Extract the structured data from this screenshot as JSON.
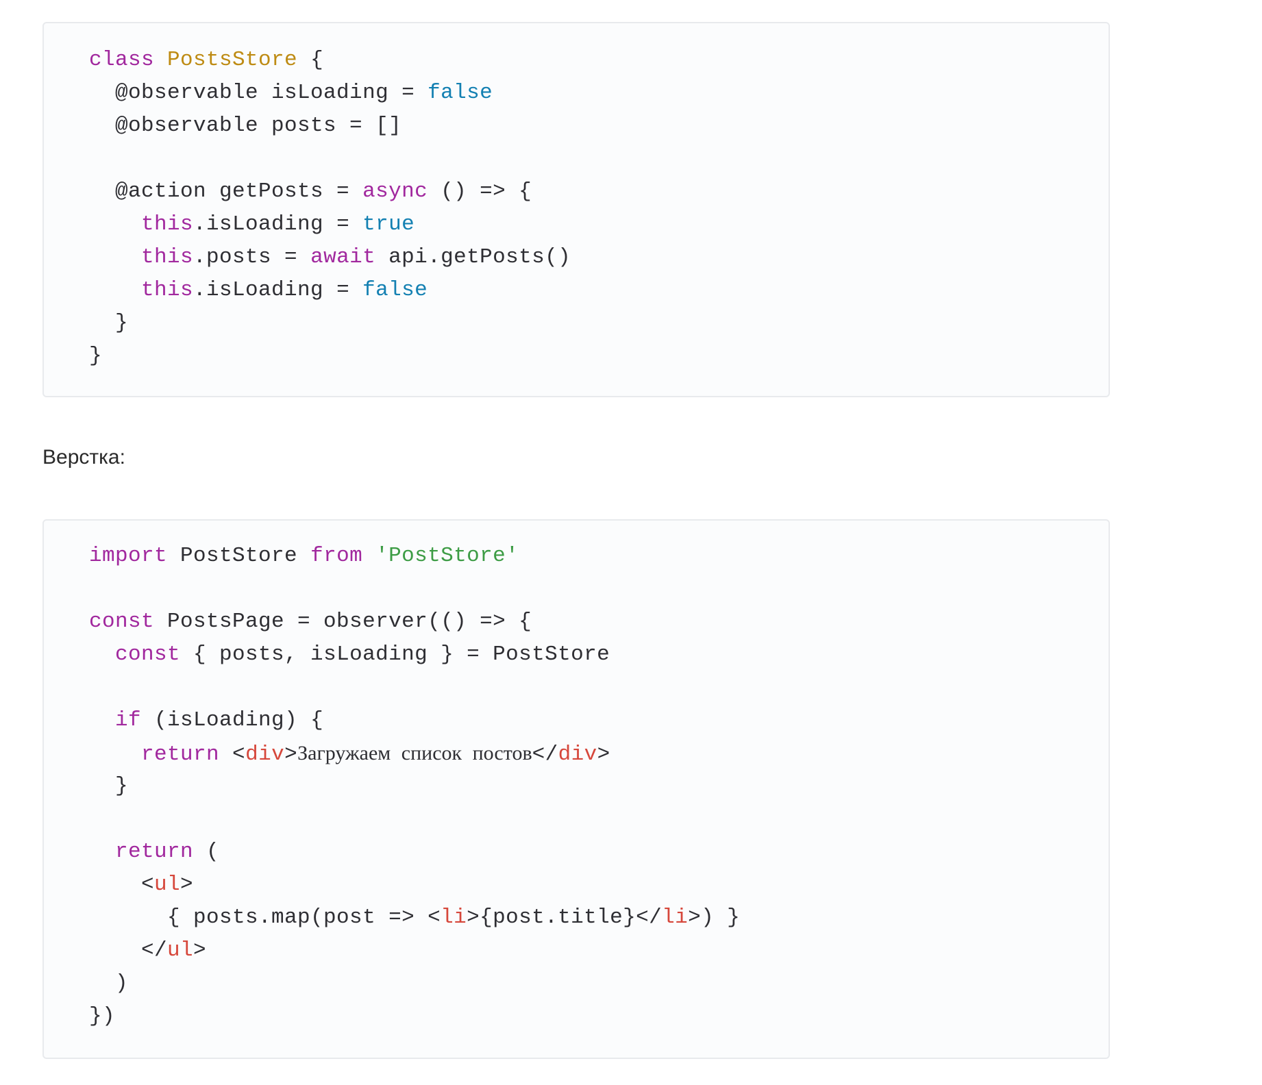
{
  "code_blocks": [
    {
      "lines": [
        [
          {
            "t": "class",
            "c": "keyword"
          },
          {
            "t": " "
          },
          {
            "t": "PostsStore",
            "c": "class"
          },
          {
            "t": " {"
          }
        ],
        [
          {
            "t": "  @observable isLoading = "
          },
          {
            "t": "false",
            "c": "literal"
          }
        ],
        [
          {
            "t": "  @observable posts = []"
          }
        ],
        [],
        [
          {
            "t": "  @action getPosts = "
          },
          {
            "t": "async",
            "c": "keyword"
          },
          {
            "t": " () => {"
          }
        ],
        [
          {
            "t": "    "
          },
          {
            "t": "this",
            "c": "keyword"
          },
          {
            "t": ".isLoading = "
          },
          {
            "t": "true",
            "c": "literal"
          }
        ],
        [
          {
            "t": "    "
          },
          {
            "t": "this",
            "c": "keyword"
          },
          {
            "t": ".posts = "
          },
          {
            "t": "await",
            "c": "keyword"
          },
          {
            "t": " api.getPosts()"
          }
        ],
        [
          {
            "t": "    "
          },
          {
            "t": "this",
            "c": "keyword"
          },
          {
            "t": ".isLoading = "
          },
          {
            "t": "false",
            "c": "literal"
          }
        ],
        [
          {
            "t": "  }"
          }
        ],
        [
          {
            "t": "}"
          }
        ]
      ]
    },
    {
      "lines": [
        [
          {
            "t": "import",
            "c": "keyword"
          },
          {
            "t": " PostStore "
          },
          {
            "t": "from",
            "c": "keyword"
          },
          {
            "t": " "
          },
          {
            "t": "'PostStore'",
            "c": "string"
          }
        ],
        [],
        [
          {
            "t": "const",
            "c": "keyword"
          },
          {
            "t": " PostsPage = observer(() => {"
          }
        ],
        [
          {
            "t": "  "
          },
          {
            "t": "const",
            "c": "keyword"
          },
          {
            "t": " { posts, isLoading } = PostStore"
          }
        ],
        [],
        [
          {
            "t": "  "
          },
          {
            "t": "if",
            "c": "keyword"
          },
          {
            "t": " (isLoading) {"
          }
        ],
        [
          {
            "t": "    "
          },
          {
            "t": "return",
            "c": "keyword"
          },
          {
            "t": " <"
          },
          {
            "t": "div",
            "c": "tag"
          },
          {
            "t": ">"
          },
          {
            "t": "Загружаем список постов",
            "c": "serif"
          },
          {
            "t": "</"
          },
          {
            "t": "div",
            "c": "tag"
          },
          {
            "t": ">"
          }
        ],
        [
          {
            "t": "  }"
          }
        ],
        [],
        [
          {
            "t": "  "
          },
          {
            "t": "return",
            "c": "keyword"
          },
          {
            "t": " ("
          }
        ],
        [
          {
            "t": "    <"
          },
          {
            "t": "ul",
            "c": "tag"
          },
          {
            "t": ">"
          }
        ],
        [
          {
            "t": "      { posts.map(post => <"
          },
          {
            "t": "li",
            "c": "tag"
          },
          {
            "t": ">{post.title}</"
          },
          {
            "t": "li",
            "c": "tag"
          },
          {
            "t": ">) }"
          }
        ],
        [
          {
            "t": "    </"
          },
          {
            "t": "ul",
            "c": "tag"
          },
          {
            "t": ">"
          }
        ],
        [
          {
            "t": "  )"
          }
        ],
        [
          {
            "t": "})"
          }
        ]
      ]
    }
  ],
  "caption": "Верстка:"
}
